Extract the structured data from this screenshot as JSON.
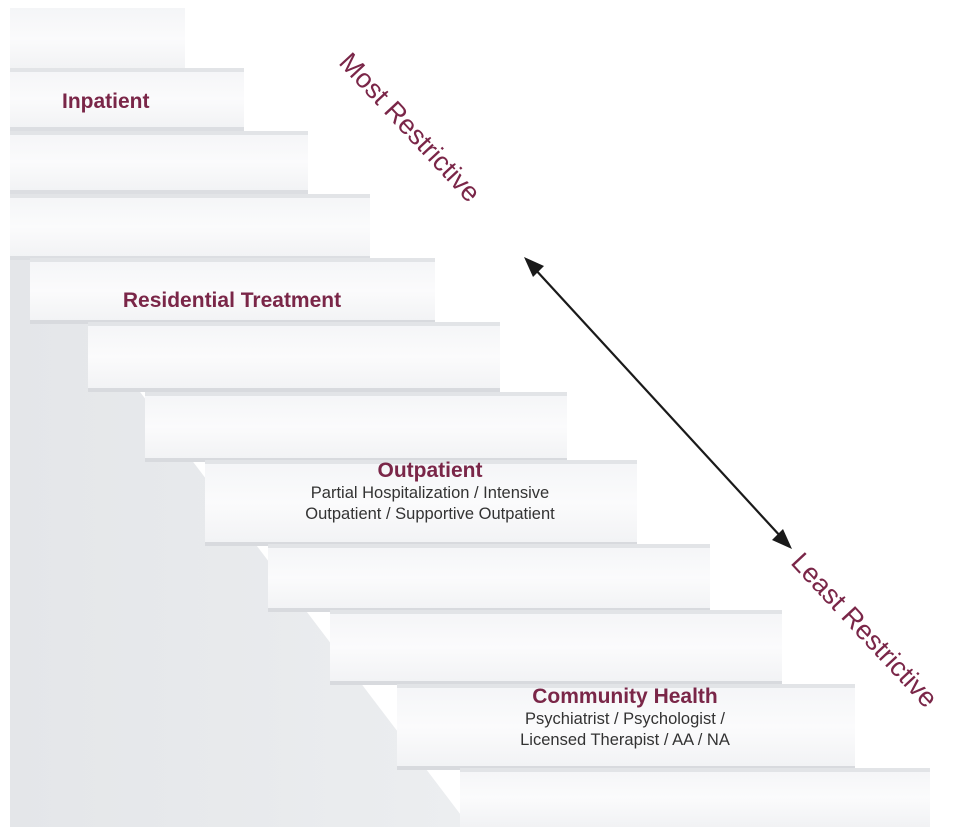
{
  "colors": {
    "accent": "#7a2648",
    "text": "#333333",
    "arrow": "#1a1a1a"
  },
  "direction_labels": {
    "top": "Most Restrictive",
    "bottom": "Least Restrictive"
  },
  "levels": [
    {
      "title": "Inpatient",
      "description": []
    },
    {
      "title": "Residential Treatment",
      "description": []
    },
    {
      "title": "Outpatient",
      "description": [
        "Partial Hospitalization / Intensive",
        "Outpatient / Supportive Outpatient"
      ]
    },
    {
      "title": "Community Health",
      "description": [
        "Psychiatrist / Psychologist /",
        "Licensed Therapist / AA / NA"
      ]
    }
  ]
}
